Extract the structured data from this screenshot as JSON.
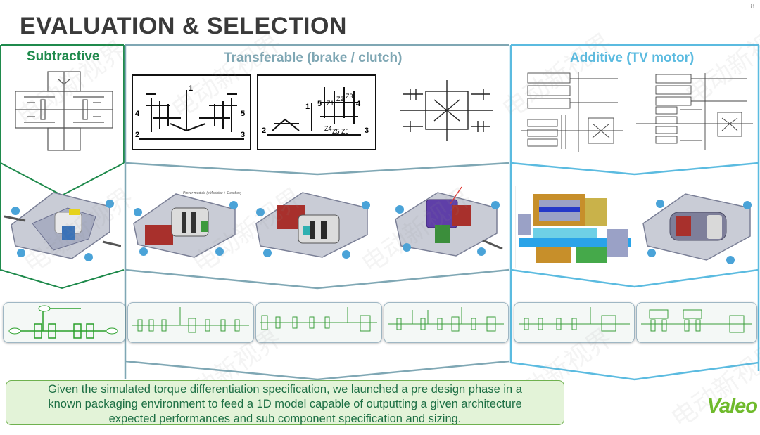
{
  "page_number": "8",
  "slide_title": "EVALUATION & SELECTION",
  "columns": {
    "subtractive": "Subtractive",
    "transferable": "Transferable (brake / clutch)",
    "additive": "Additive (TV motor)"
  },
  "schematic_labels": {
    "panel1": [
      "1",
      "2",
      "3",
      "4",
      "5"
    ],
    "panel2": [
      "1",
      "2",
      "3",
      "4",
      "5",
      "Z1",
      "Z2",
      "Z3",
      "Z4",
      "Z5",
      "Z6"
    ]
  },
  "cad_annotation": "Power module (eMachine + Gearbox)",
  "caption_lines": [
    "Given the simulated torque differentiation specification, we launched a pre design phase in a",
    "known packaging environment to feed a 1D model capable of outputting a given architecture",
    "expected performances and sub component specification and sizing."
  ],
  "logo": "Valeo",
  "watermark": "电动新视界",
  "colors": {
    "subtractive": "#1f8a4c",
    "transferable": "#7fa7b4",
    "additive": "#5bbbe0",
    "caption_bg": "#e3f3d8",
    "logo": "#6fba2c"
  }
}
